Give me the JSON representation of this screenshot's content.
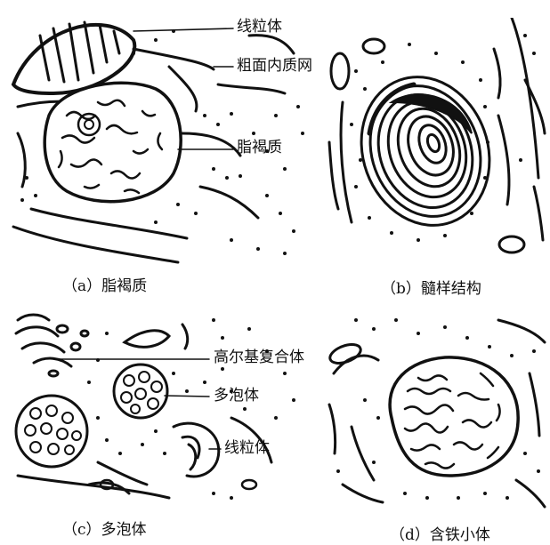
{
  "panels": [
    {
      "caption": "（a）脂褐质",
      "labels": [
        "线粒体",
        "粗面内质网",
        "脂褐质"
      ]
    },
    {
      "caption": "（b）髓样结构",
      "labels": []
    },
    {
      "caption": "（c）多泡体",
      "labels": [
        "高尔基复合体",
        "多泡体",
        "线粒体"
      ]
    },
    {
      "caption": "（d）含铁小体",
      "labels": []
    }
  ],
  "colors": {
    "ink": "#111111",
    "paper": "#ffffff"
  }
}
